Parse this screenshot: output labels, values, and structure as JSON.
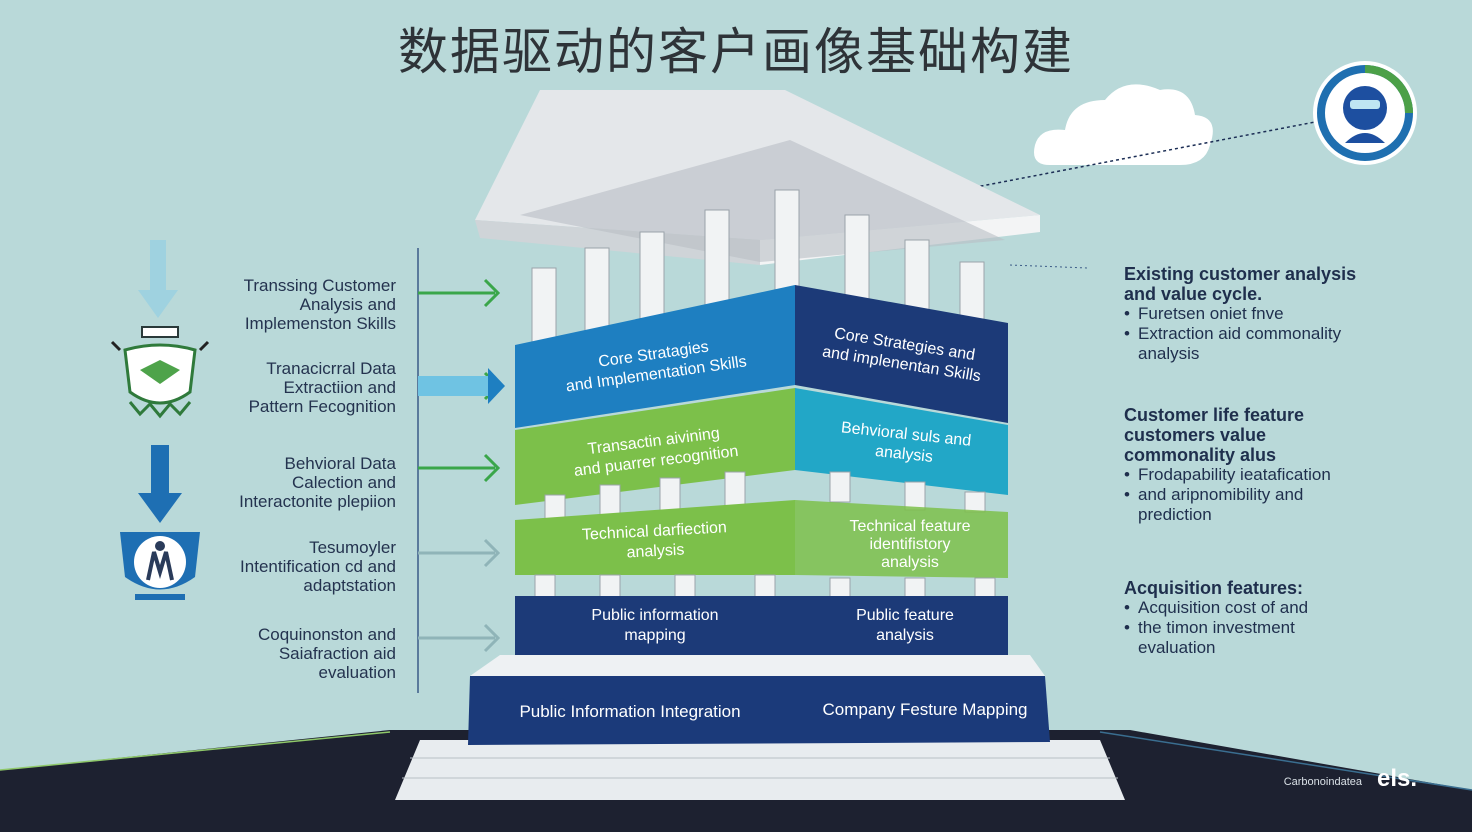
{
  "title": "数据驱动的客户画像基础构建",
  "left_labels": [
    [
      "Transsing Customer",
      "Analysis and",
      "Implemenston Skills"
    ],
    [
      "Tranacicrral Data",
      "Extractiion and",
      "Pattern Fecognition"
    ],
    [
      "Behvioral Data",
      "Calection and",
      "Interactonite plepiion"
    ],
    [
      "Tesumoyler",
      "Intentification cd and",
      "adaptstation"
    ],
    [
      "Coquinonston and",
      "Saiafraction aid",
      "evaluation"
    ]
  ],
  "bands": {
    "core_left": [
      "Core Stratagies",
      "and Implementation Skills"
    ],
    "core_right": [
      "Core Strategies and",
      "and implenentan Skills"
    ],
    "trans_left": [
      "Transactin aivining",
      "and puarrer recognition"
    ],
    "trans_right": [
      "Behvioral suls and",
      "analysis"
    ],
    "tech_left": [
      "Technical darfiection",
      "analysis"
    ],
    "tech_right": [
      "Technical feature",
      "identifistory",
      "analysis"
    ],
    "public_left": [
      "Public information",
      "mapping"
    ],
    "public_right": [
      "Public feature",
      "analysis"
    ],
    "base_left": "Public Information Integration",
    "base_right": "Company Festure Mapping"
  },
  "right_blocks": [
    {
      "head": [
        "Existing customer analysis",
        "and value cycle."
      ],
      "items": [
        [
          "Furetsen oniet fnve"
        ],
        [
          "Extraction aid commonality",
          "analysis"
        ]
      ]
    },
    {
      "head": [
        "Customer life feature",
        "customers value",
        "commonality alus"
      ],
      "items": [
        [
          "Frodapability ieatafication"
        ],
        [
          "and aripnomibility and",
          "prediction"
        ]
      ]
    },
    {
      "head": [
        "Acquisition features:"
      ],
      "items": [
        [
          "Acquisition cost of and"
        ],
        [
          "the timon investment",
          "evaluation"
        ]
      ]
    }
  ],
  "footer": "Carbonoindatea",
  "logo": "els.",
  "colors": {
    "background": "#b9d9d9",
    "navy": "#1c3a78",
    "blue": "#1e7fc1",
    "green": "#7cc04a",
    "teal": "#22a7c7",
    "ground": "#1c1f2e"
  }
}
